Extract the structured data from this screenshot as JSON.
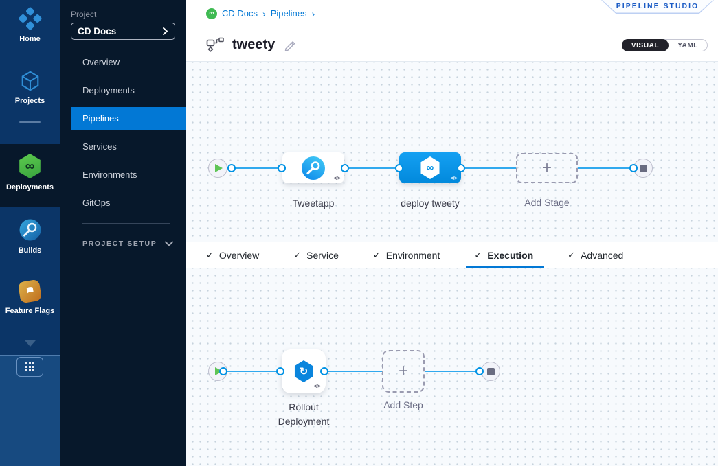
{
  "colors": {
    "accent_blue": "#0278d5",
    "node_blue": "#0092e4",
    "rail_navy": "#0b3567",
    "sidebar_dark": "#07182b",
    "deploy_green": "#4dc952",
    "badge_text_blue": "#1a5bc5"
  },
  "icons": {
    "separator_chevron": "›",
    "plus": "+",
    "check": "✓",
    "code_badge": "</>",
    "harness_loop": "∞",
    "rollout_arrow": "↻"
  },
  "rail": {
    "items": [
      {
        "label": "Home"
      },
      {
        "label": "Projects"
      },
      {
        "label": "Deployments",
        "selected": true
      },
      {
        "label": "Builds"
      },
      {
        "label": "Feature Flags"
      }
    ]
  },
  "project_sidebar": {
    "section_label": "Project",
    "selector_value": "CD Docs",
    "items": [
      {
        "label": "Overview"
      },
      {
        "label": "Deployments"
      },
      {
        "label": "Pipelines",
        "selected": true
      },
      {
        "label": "Services"
      },
      {
        "label": "Environments"
      },
      {
        "label": "GitOps"
      }
    ],
    "setup_label": "PROJECT SETUP"
  },
  "header": {
    "breadcrumb": {
      "project": "CD Docs",
      "section": "Pipelines"
    },
    "studio_badge": "PIPELINE STUDIO",
    "pipeline_title": "tweety",
    "view_toggle": {
      "visual": "VISUAL",
      "yaml": "YAML",
      "selected": "VISUAL"
    }
  },
  "stage_canvas": {
    "stages": [
      {
        "label": "Tweetapp"
      },
      {
        "label": "deploy tweety",
        "selected": true
      },
      {
        "label": "Add Stage",
        "type": "add"
      }
    ]
  },
  "tabs": {
    "items": [
      {
        "label": "Overview",
        "checked": true
      },
      {
        "label": "Service",
        "checked": true
      },
      {
        "label": "Environment",
        "checked": true
      },
      {
        "label": "Execution",
        "checked": true,
        "active": true
      },
      {
        "label": "Advanced",
        "checked": true
      }
    ]
  },
  "execution_canvas": {
    "steps": [
      {
        "label": "Rollout Deployment"
      },
      {
        "label": "Add Step",
        "type": "add"
      }
    ]
  }
}
